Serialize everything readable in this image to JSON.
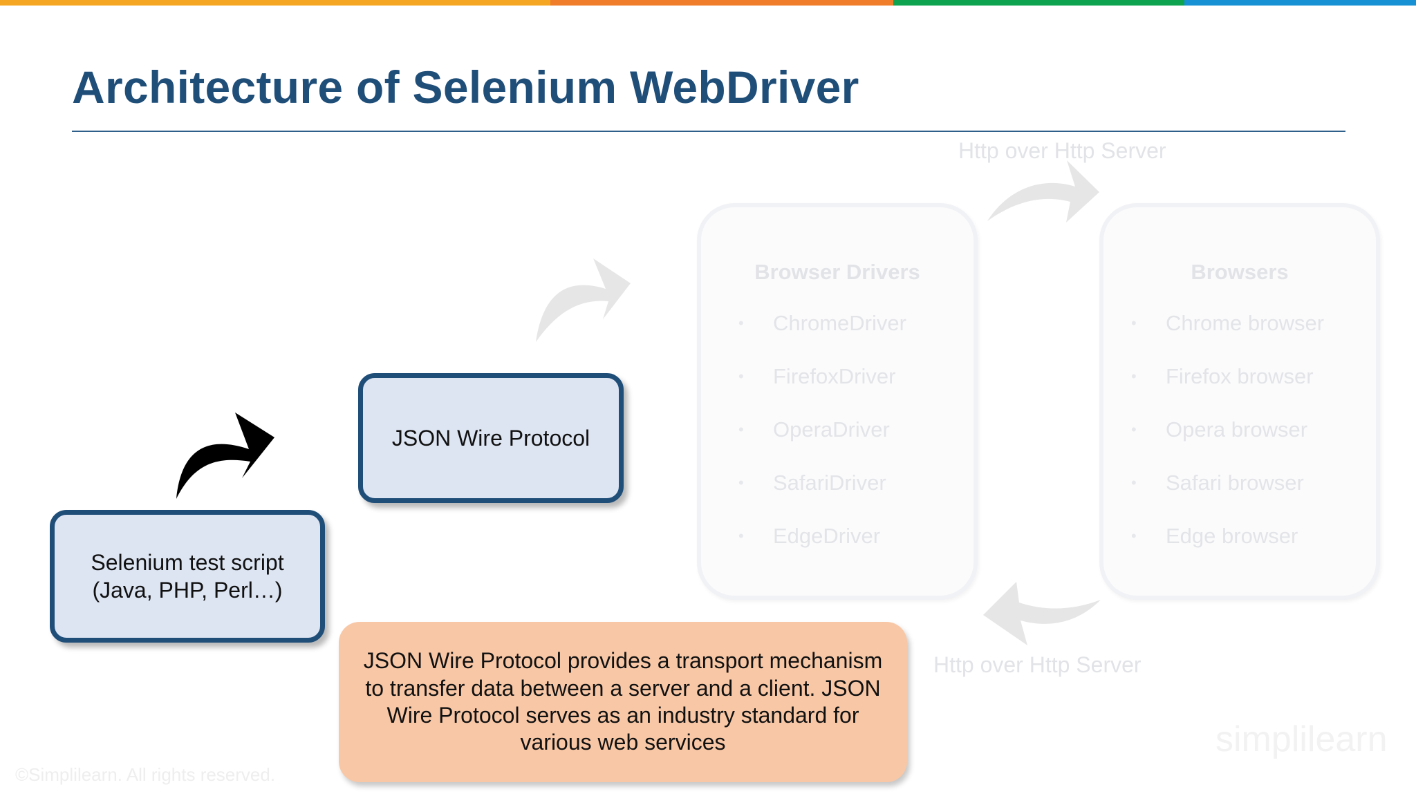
{
  "accent_bar_colors": [
    "#f5a623",
    "#ef7d2a",
    "#0da34f",
    "#1891d4"
  ],
  "title": "Architecture of Selenium WebDriver",
  "nodes": {
    "test_script": {
      "line1": "Selenium test script",
      "line2": "(Java, PHP, Perl…)"
    },
    "json_wire": {
      "label": "JSON Wire Protocol"
    }
  },
  "description": {
    "line1": "JSON Wire Protocol provides a transport mechanism",
    "line2": "to transfer data between a server and a client. JSON",
    "line3": "Wire Protocol serves as an industry standard for",
    "line4": "various web services"
  },
  "browser_drivers": {
    "heading": "Browser Drivers",
    "items": [
      "ChromeDriver",
      "FirefoxDriver",
      "OperaDriver",
      "SafariDriver",
      "EdgeDriver"
    ]
  },
  "browsers": {
    "heading": "Browsers",
    "items": [
      "Chrome browser",
      "Firefox browser",
      "Opera browser",
      "Safari browser",
      "Edge browser"
    ]
  },
  "http_top": "Http over Http Server",
  "http_bottom": "Http over Http Server",
  "footer": {
    "copyright": "©Simplilearn. All rights reserved.",
    "logo": "simplilearn"
  },
  "colors": {
    "title": "#1f4e79",
    "box_border": "#1f4e79",
    "box_fill": "#dde4f2",
    "info_fill": "#f8c7a6",
    "arrow_active": "#000000",
    "arrow_faded": "#e6e6e6"
  }
}
